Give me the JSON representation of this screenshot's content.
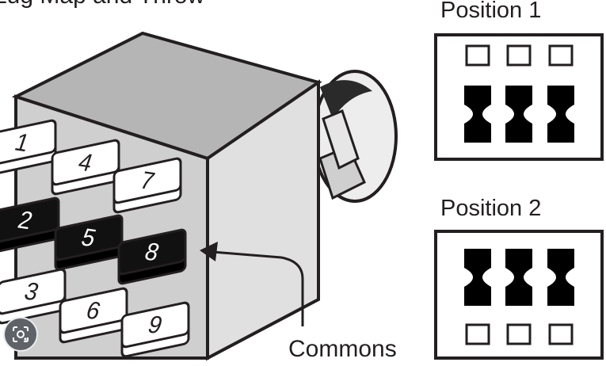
{
  "header": {
    "title_fragment": "Lug Map and Throw"
  },
  "switch": {
    "pins": [
      {
        "id": "1",
        "color": "white"
      },
      {
        "id": "4",
        "color": "white"
      },
      {
        "id": "7",
        "color": "white"
      },
      {
        "id": "2",
        "color": "black"
      },
      {
        "id": "5",
        "color": "black"
      },
      {
        "id": "8",
        "color": "black"
      },
      {
        "id": "3",
        "color": "white"
      },
      {
        "id": "6",
        "color": "white"
      },
      {
        "id": "9",
        "color": "white"
      }
    ],
    "commons_label": "Commons"
  },
  "positions": [
    {
      "label": "Position 1",
      "open_row": "top"
    },
    {
      "label": "Position 2",
      "open_row": "bottom"
    }
  ],
  "colors": {
    "ink": "#231f20",
    "face_left": "#cfcfcf",
    "face_right": "#e0e0e0",
    "face_top": "#b5b5b5",
    "lens_button": "#5f6368"
  },
  "overlay": {
    "lens_icon": "image-search-icon"
  }
}
